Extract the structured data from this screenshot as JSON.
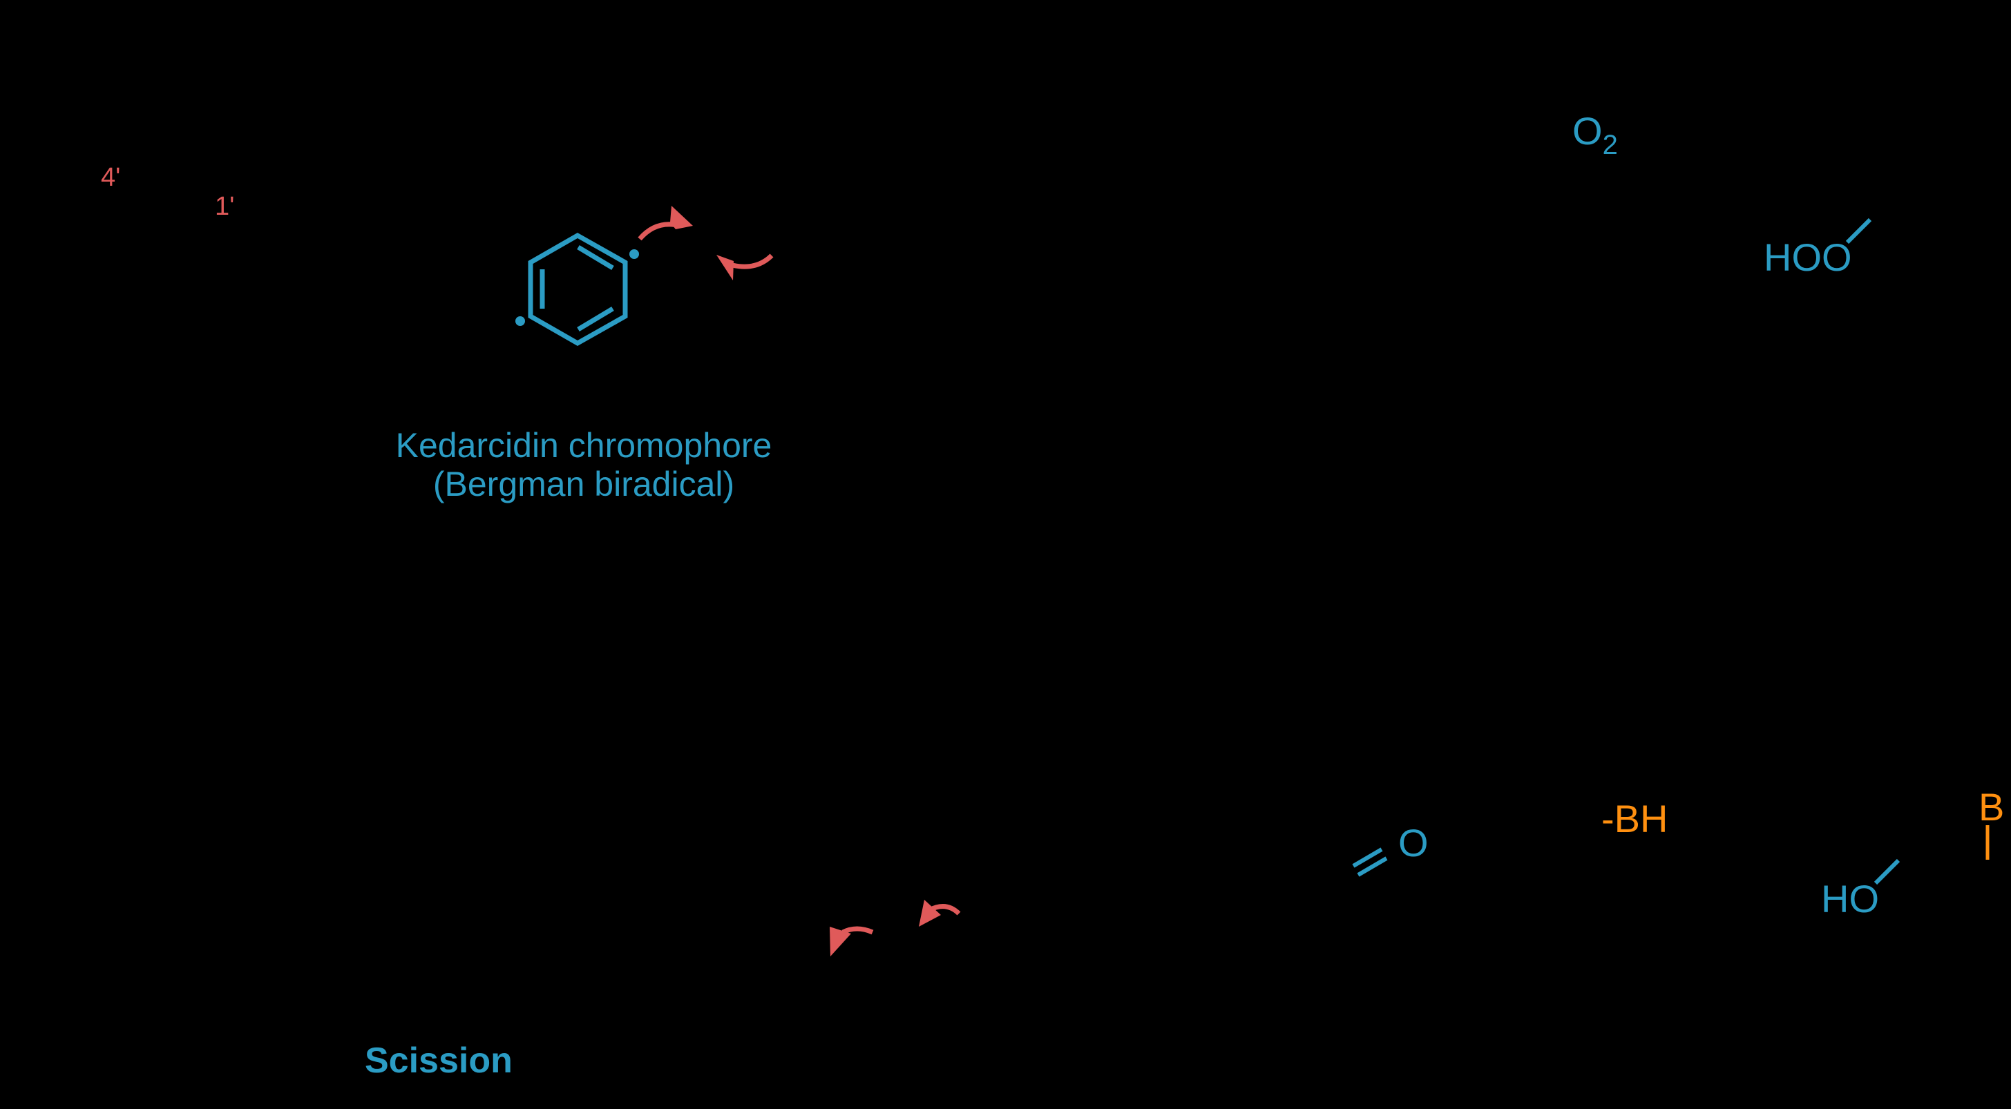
{
  "diagram": {
    "colors": {
      "background": "#000000",
      "structure_blue": "#2b9cc4",
      "arrow_red": "#e05a5a",
      "locant_red": "#e05a5a",
      "base_orange": "#ff9010"
    },
    "locants": {
      "four_prime": "4'",
      "one_prime": "1'"
    },
    "chromophore": {
      "name_line1": "Kedarcidin chromophore",
      "name_line2": "(Bergman biradical)",
      "ring": "benzene-1,4-diyl biradical"
    },
    "reagents": {
      "oxygen": "O",
      "oxygen_subscript": "2",
      "hydroperoxide": "HOO",
      "carbonyl_oxygen": "O",
      "base_loss": "-BH",
      "base": "B",
      "hydroxyl": "HO"
    },
    "step_labels": {
      "scission": "Scission"
    },
    "arrows": [
      {
        "id": "radical-arrow-1",
        "type": "curved-electron-pushing"
      },
      {
        "id": "radical-arrow-2",
        "type": "curved-electron-pushing"
      },
      {
        "id": "scission-arrow-1",
        "type": "curved-electron-pushing"
      },
      {
        "id": "scission-arrow-2",
        "type": "curved-electron-pushing"
      }
    ]
  }
}
